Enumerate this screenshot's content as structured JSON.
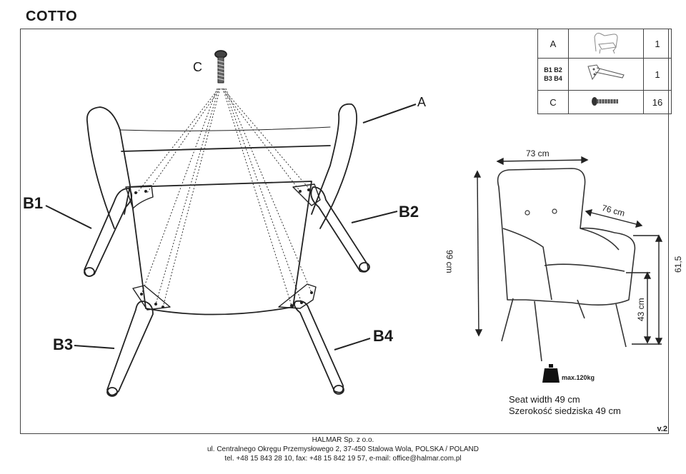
{
  "title": "COTTO",
  "version": "v.2",
  "parts_table": [
    {
      "code": "A",
      "icon": "armchair-icon",
      "qty": "1"
    },
    {
      "code_lines": [
        "B1 B2",
        "B3 B4"
      ],
      "icon": "leg-bracket-icon",
      "qty": "1"
    },
    {
      "code": "C",
      "icon": "bolt-icon",
      "qty": "16"
    }
  ],
  "assembly_labels": {
    "c": "C",
    "a": "A",
    "b1": "B1",
    "b2": "B2",
    "b3": "B3",
    "b4": "B4"
  },
  "dimensions": {
    "width": "73 cm",
    "depth": "76 cm",
    "height": "99 cm",
    "arm_height": "61,5 cm",
    "seat_height": "43 cm"
  },
  "max_load": "max.120kg",
  "seat_info": [
    "Seat width 49 cm",
    "Szerokość siedziska 49 cm"
  ],
  "footer": [
    "HALMAR Sp. z o.o.",
    "ul. Centralnego Okręgu Przemysłowego 2, 37-450 Stalowa Wola, POLSKA / POLAND",
    "tel. +48 15 843 28 10, fax: +48 15 842 19 57, e-mail: office@halmar.com.pl"
  ]
}
